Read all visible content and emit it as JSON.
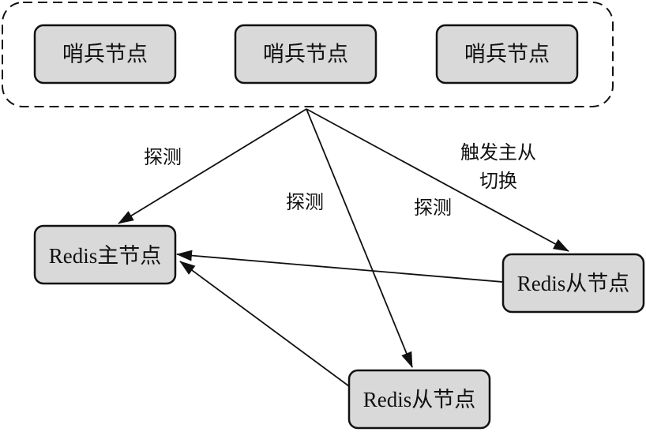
{
  "sentinel_group": {
    "nodes": [
      {
        "label": "哨兵节点"
      },
      {
        "label": "哨兵节点"
      },
      {
        "label": "哨兵节点"
      }
    ]
  },
  "redis_nodes": {
    "master": {
      "prefix": "Redis",
      "suffix": "主节点"
    },
    "slave_right": {
      "prefix": "Redis",
      "suffix": "从节点"
    },
    "slave_bottom": {
      "prefix": "Redis",
      "suffix": "从节点"
    }
  },
  "edge_labels": {
    "probe_master": "探测",
    "probe_bottom": "探测",
    "probe_right": "探测",
    "failover_line1": "触发主从",
    "failover_line2": "切换"
  },
  "colors": {
    "node_fill": "#d9d9d9",
    "stroke": "#111111"
  }
}
